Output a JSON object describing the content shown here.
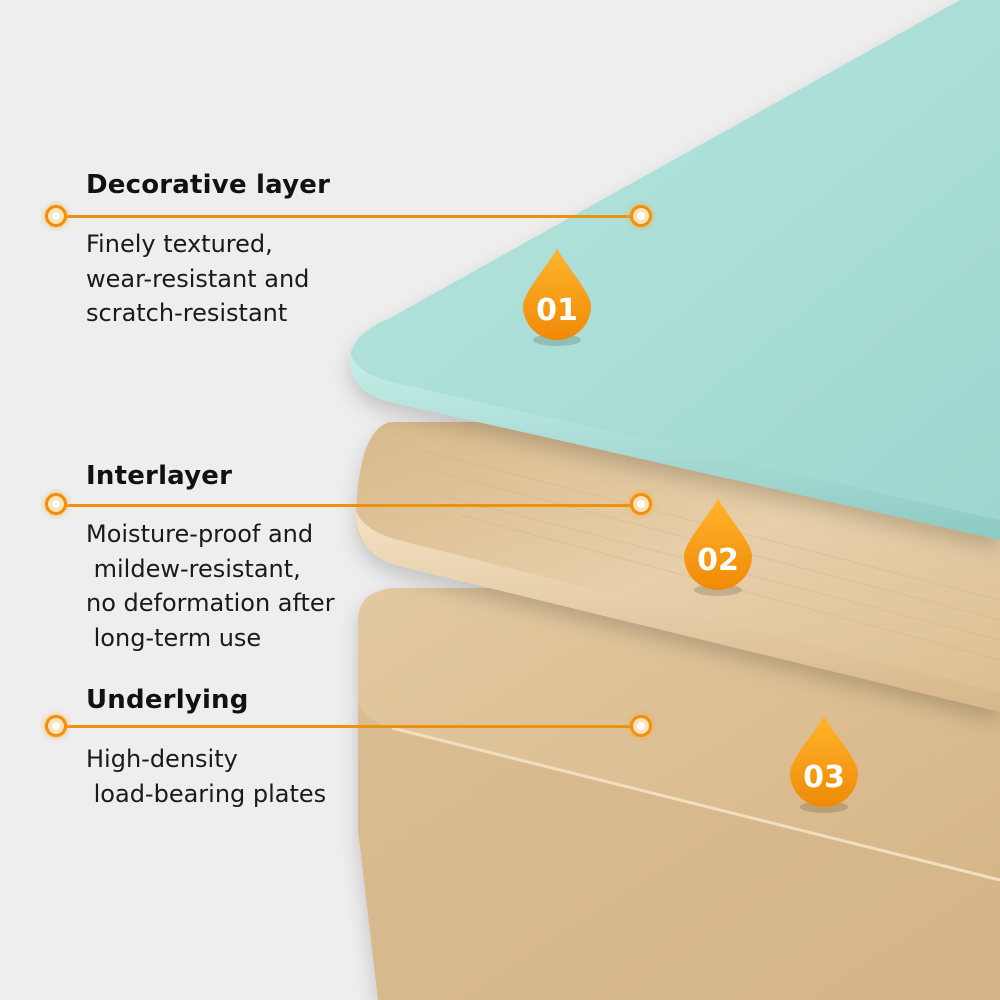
{
  "layers": [
    {
      "number": "01",
      "title": "Decorative layer",
      "description": "Finely textured,\nwear-resistant and\nscratch-resistant"
    },
    {
      "number": "02",
      "title": "Interlayer",
      "description": "Moisture-proof and\n mildew-resistant,\nno deformation after\n long-term use"
    },
    {
      "number": "03",
      "title": "Underlying",
      "description": "High-density\n load-bearing plates"
    }
  ],
  "colors": {
    "accent": "#f0900f",
    "background": "#eeeeee",
    "decorative_board": "#a9ddd6",
    "wood_board": "#e4c9a0"
  },
  "icons": {
    "drop": "water-drop-icon",
    "marker": "marker-dot-icon"
  }
}
